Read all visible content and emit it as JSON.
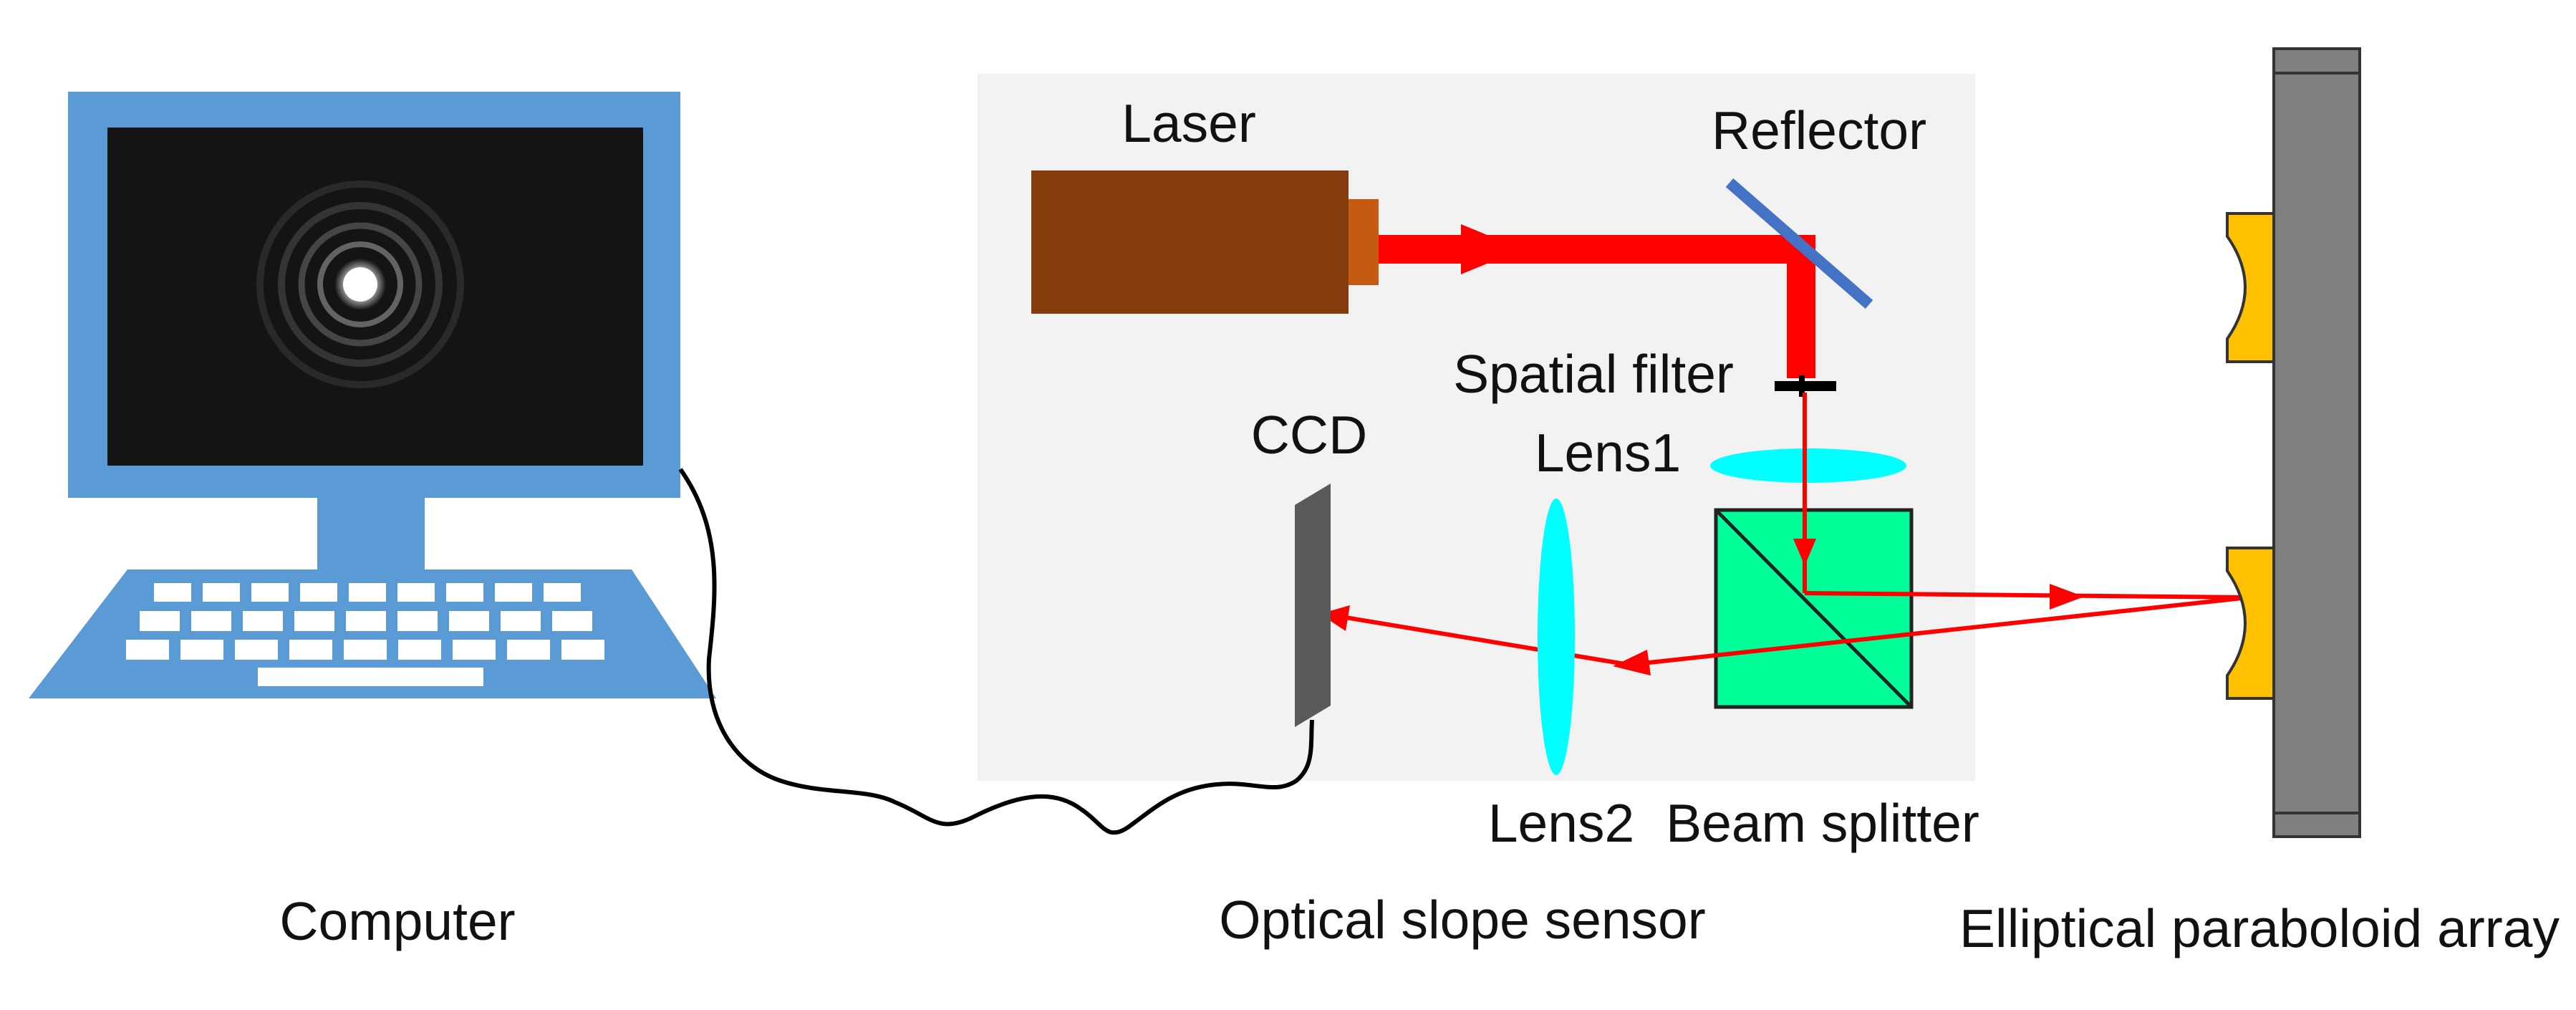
{
  "labels": {
    "laser": "Laser",
    "reflector": "Reflector",
    "spatial_filter": "Spatial filter",
    "lens1": "Lens1",
    "ccd": "CCD",
    "lens2": "Lens2",
    "beam_splitter": "Beam splitter",
    "computer": "Computer",
    "optical_slope_sensor": "Optical slope sensor",
    "elliptical_paraboloid_array": "Elliptical paraboloid array"
  },
  "colors": {
    "monitor_blue": "#5b9bd5",
    "screen": "#141414",
    "sensor_panel": "#f2f2f2",
    "laser_body": "#843c0c",
    "laser_nozzle": "#c55a11",
    "beam": "#ff0000",
    "reflector": "#4472c4",
    "lens": "#00ffff",
    "beam_splitter": "#00ff99",
    "ccd": "#595959",
    "array_plate": "#808080",
    "paraboloid": "#ffc000",
    "cable": "#000000"
  }
}
